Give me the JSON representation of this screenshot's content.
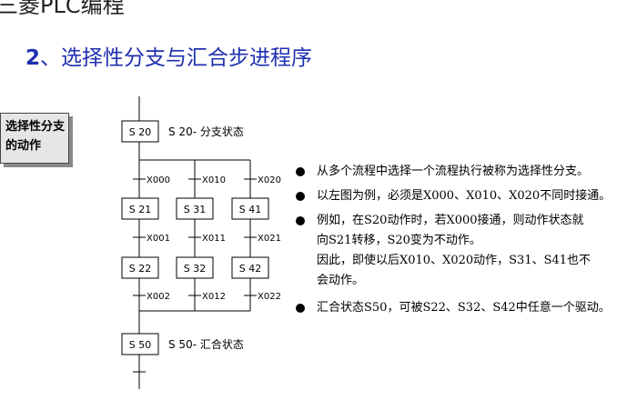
{
  "header": {
    "banner": "三菱PLC编程",
    "title_num": "2",
    "title_text": "、选择性分支与汇合步进程序"
  },
  "side_label": {
    "line1": "选择性分支",
    "line2": "的动作"
  },
  "diagram": {
    "steps": {
      "s20": "S 20",
      "s21": "S 21",
      "s31": "S 31",
      "s41": "S 41",
      "s22": "S 22",
      "s32": "S 32",
      "s42": "S 42",
      "s50": "S 50"
    },
    "step_notes": {
      "s20": "S 20- 分支状态",
      "s50": "S 50- 汇合状态"
    },
    "transitions": {
      "x000": "X000",
      "x010": "X010",
      "x020": "X020",
      "x001": "X001",
      "x011": "X011",
      "x021": "X021",
      "x002": "X002",
      "x012": "X012",
      "x022": "X022"
    }
  },
  "bullets": [
    {
      "lines": [
        "从多个流程中选择一个流程执行被称为选择性分支。"
      ]
    },
    {
      "lines": [
        "以左图为例，必须是X000、X010、X020不同时接通。"
      ]
    },
    {
      "lines": [
        "例如，在S20动作时，若X000接通，则动作状态就",
        "向S21转移，S20变为不动作。"
      ],
      "extra": [
        "因此，即使以后X010、X020动作，S31、S41也不",
        "会动作。"
      ]
    },
    {
      "lines": [
        "汇合状态S50，可被S22、S32、S42中任意一个驱动。"
      ]
    }
  ]
}
